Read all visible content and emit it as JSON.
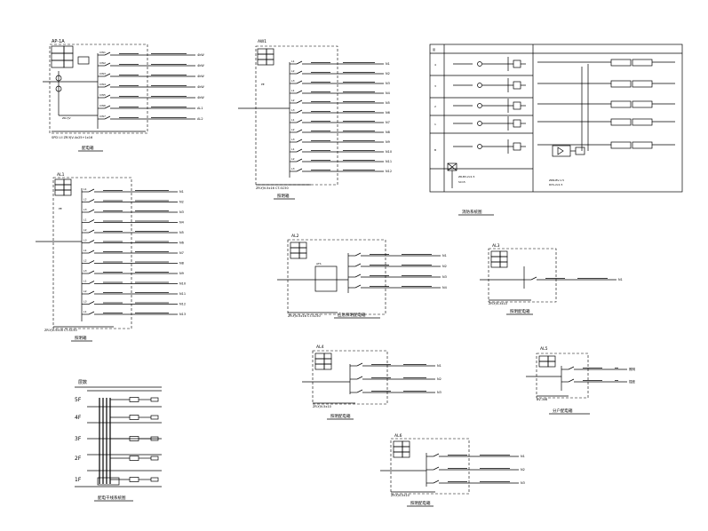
{
  "panels": {
    "ap1": {
      "name": "AP-1A",
      "circuits": [
        "CW1",
        "CW2",
        "CW3",
        "CW4",
        "CW5",
        "CW6",
        "CW7"
      ],
      "loads": [
        "4kW",
        "4kW",
        "4kW",
        "4kW",
        "4kW",
        "AL1",
        "AL2"
      ],
      "caption": "配电箱"
    },
    "ap2": {
      "name": "AW1",
      "circuits": [
        "L1",
        "L2",
        "L3",
        "L1",
        "L2",
        "L3",
        "L1",
        "L2",
        "L3",
        "L1",
        "L2",
        "L3"
      ],
      "loads": [
        "N1",
        "N2",
        "N3",
        "N4",
        "N5",
        "N6",
        "N7",
        "N8",
        "N9",
        "N10",
        "N11",
        "N12"
      ],
      "caption": "照明箱"
    },
    "ap3": {
      "name": "AL1",
      "circuits": [
        "L1",
        "L2",
        "L3",
        "L1",
        "L2",
        "L3",
        "L1",
        "L2",
        "L3",
        "L1",
        "L2",
        "L3",
        "L1"
      ],
      "loads": [
        "N1",
        "N2",
        "N3",
        "N4",
        "N5",
        "N6",
        "N7",
        "N8",
        "N9",
        "N10",
        "N11",
        "N12",
        "N13"
      ],
      "caption": "照明箱"
    },
    "ap4": {
      "name": "AL2",
      "loads": [
        "N1",
        "N2",
        "N3",
        "N4"
      ],
      "caption": "应急照明配电箱"
    },
    "ap5": {
      "name": "AL3",
      "loads": [
        "N1"
      ],
      "caption": "照明配电箱"
    },
    "ap6": {
      "name": "AL4",
      "loads": [
        "N1",
        "N2",
        "N3"
      ],
      "caption": "照明配电箱"
    },
    "ap7": {
      "name": "AL5",
      "loads": [
        "照明",
        "插座"
      ],
      "caption": "分户配电箱"
    },
    "ap8": {
      "name": "AL6",
      "loads": [
        "N1",
        "N2",
        "N3"
      ],
      "caption": "照明配电箱"
    }
  },
  "system": {
    "caption": "消防系统图"
  },
  "riser": {
    "title": "层数",
    "floors": [
      "5F",
      "4F",
      "3F",
      "2F",
      "1F"
    ],
    "caption": "配电干线系统图"
  }
}
